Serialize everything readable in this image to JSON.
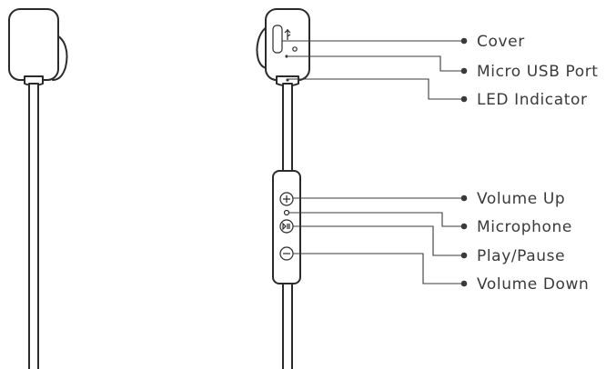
{
  "labels": [
    {
      "id": "cover",
      "text": "Cover"
    },
    {
      "id": "micro-usb-port",
      "text": "Micro USB Port"
    },
    {
      "id": "led-indicator",
      "text": "LED Indicator"
    },
    {
      "id": "volume-up",
      "text": "Volume Up"
    },
    {
      "id": "microphone",
      "text": "Microphone"
    },
    {
      "id": "play-pause",
      "text": "Play/Pause"
    },
    {
      "id": "volume-down",
      "text": "Volume Down"
    }
  ],
  "colors": {
    "line": "#3a3a3a",
    "device": "#2b2b2b",
    "background": "#ffffff"
  }
}
